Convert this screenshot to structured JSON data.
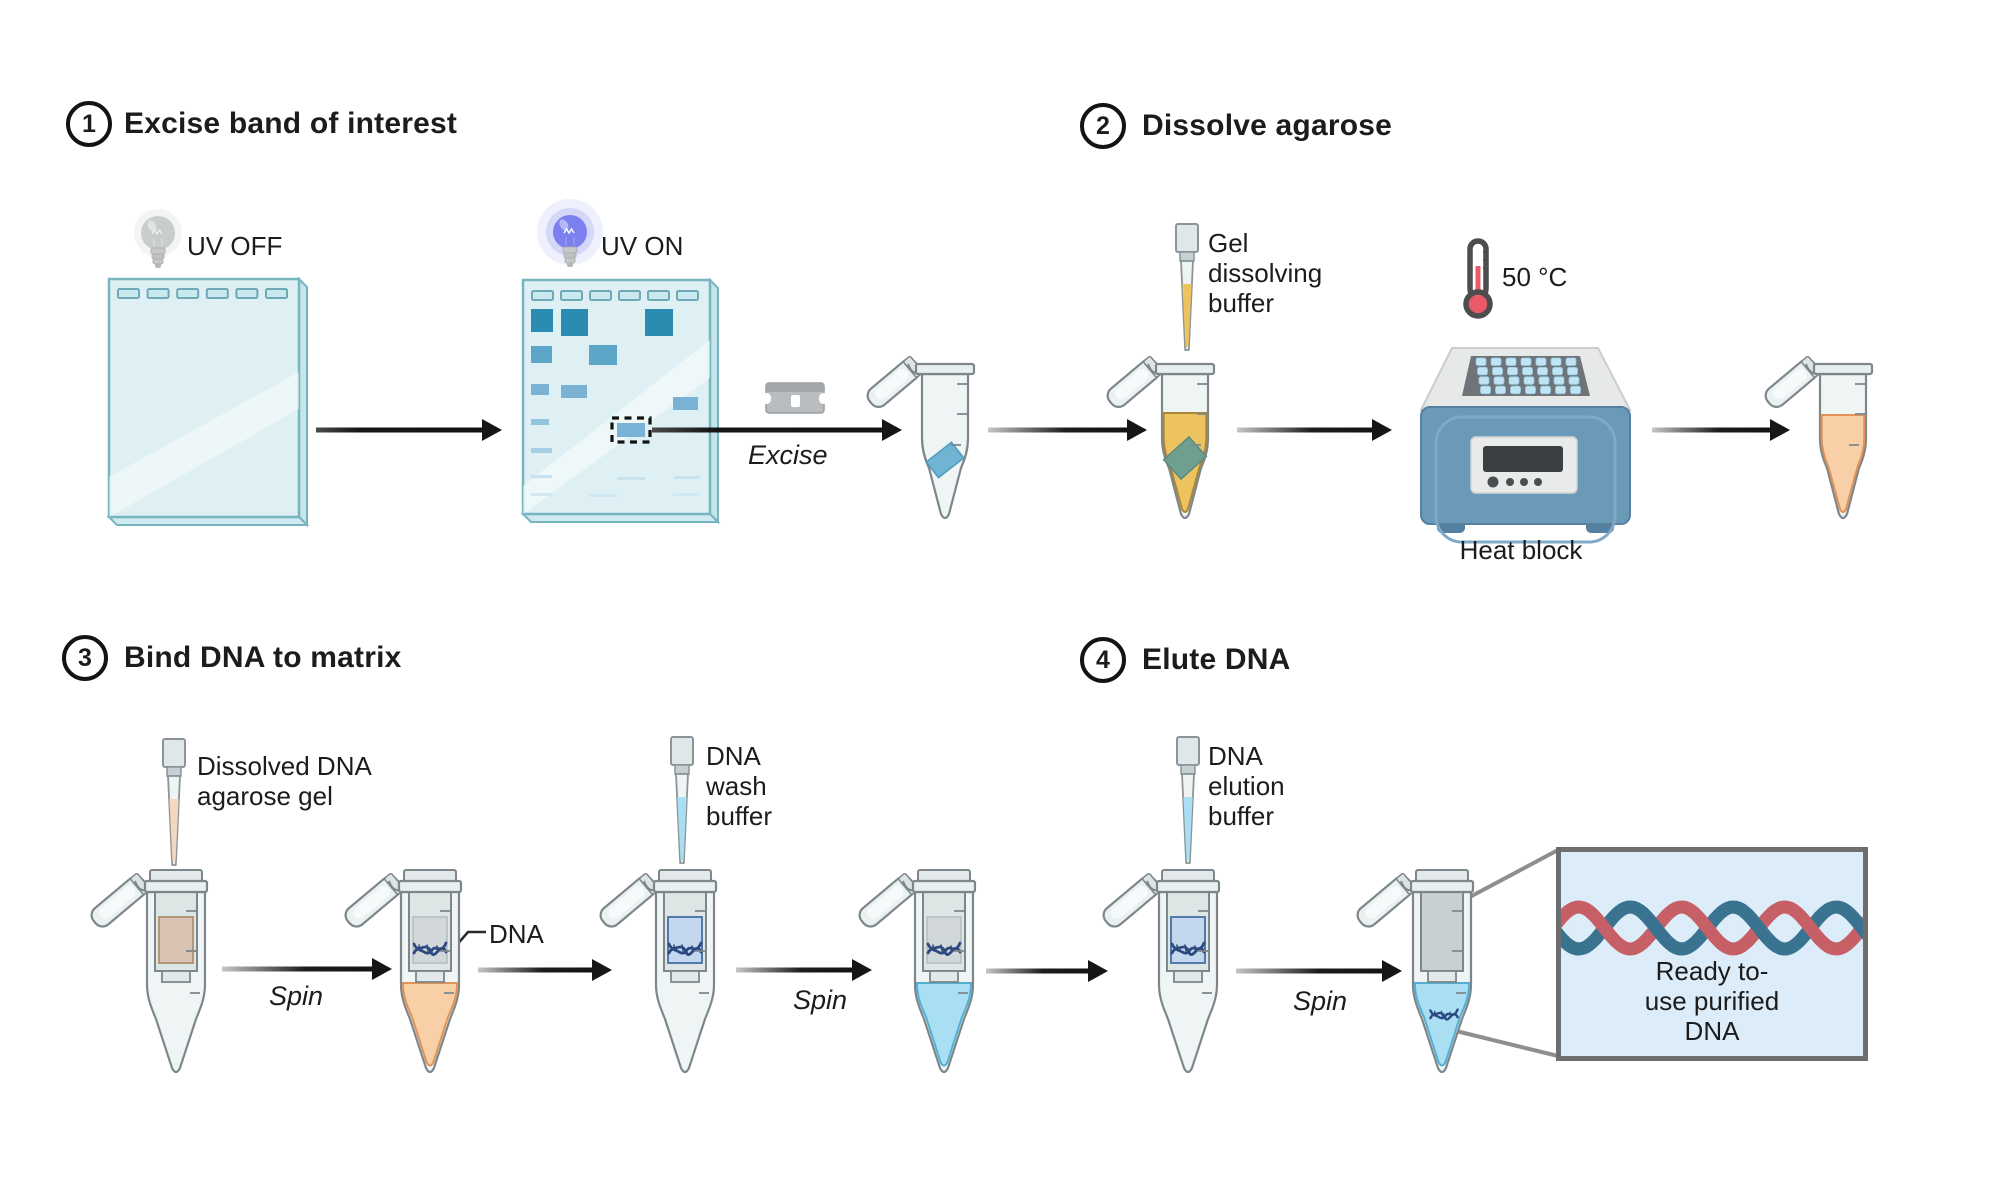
{
  "colors": {
    "band_dark": "#2b8cb2",
    "band_medium": "#5ca6c8",
    "band_light": "#79b2d4",
    "gel_fill": "#def0f3",
    "gel_border": "#76b4c0",
    "yellow_buffer": "#ecc35e",
    "orange_dissolved": "#f8cfa6",
    "wash_blue": "#aadef2",
    "elution_blue": "#c3d8ef",
    "matrix_tan": "#d9c4b3",
    "gel_slice_blue": "#6fb4d2",
    "gel_slice_teal": "#6f9f8e",
    "dna_dark": "#2c4a80",
    "helix_red": "#c75f66",
    "helix_blue": "#3a7390",
    "uv_on_bulb": "#7b80ee",
    "heat_block_blue": "#6b9ab9",
    "thermometer_red": "#e8596a",
    "arrow": "#161616",
    "result_box_bg": "#dcecf9"
  },
  "step1": {
    "number": "1",
    "title": "Excise band of interest",
    "uv_off": "UV OFF",
    "uv_on": "UV ON",
    "excise": "Excise"
  },
  "step2": {
    "number": "2",
    "title": "Dissolve agarose",
    "buffer_label": "Gel\ndissolving\nbuffer",
    "temperature": "50 °C",
    "heat_block": "Heat block"
  },
  "step3": {
    "number": "3",
    "title": "Bind DNA to matrix",
    "pipette1_label": "Dissolved DNA\nagarose gel",
    "dna_label": "DNA",
    "spin1": "Spin",
    "pipette2_label": "DNA\nwash\nbuffer",
    "spin2": "Spin"
  },
  "step4": {
    "number": "4",
    "title": "Elute DNA",
    "pipette_label": "DNA\nelution\nbuffer",
    "spin": "Spin",
    "result": "Ready to-\nuse purified\nDNA"
  }
}
